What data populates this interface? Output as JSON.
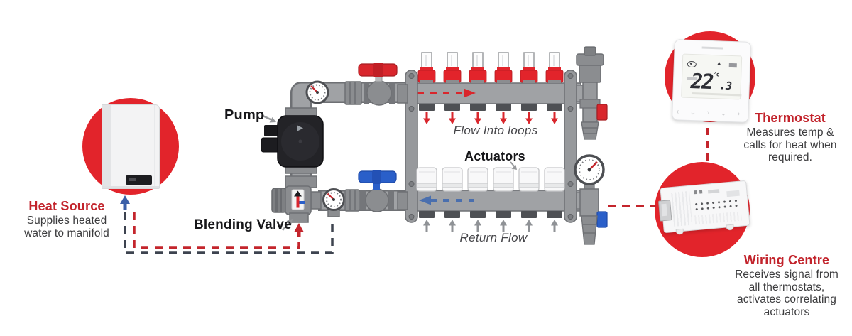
{
  "diagram": {
    "heat_source": {
      "title": "Heat Source",
      "description": "Supplies heated water to manifold"
    },
    "pump_label": "Pump",
    "blending_valve_label": "Blending Valve",
    "supply_flow_label": "Flow Into loops",
    "actuators_label": "Actuators",
    "return_flow_label": "Return Flow",
    "thermostat": {
      "title": "Thermostat",
      "description": "Measures temp & calls for heat when required.",
      "display_temp": "22",
      "display_decimal": ".3",
      "display_unit": "°c",
      "buttons": "‹ ⌄ › ⌄ ›"
    },
    "wiring_centre": {
      "title": "Wiring Centre",
      "description": "Receives signal from all thermostats, activates correlating actuators"
    }
  },
  "colors": {
    "accent_red": "#e2242b",
    "label_red": "#c2232b",
    "pipe_gray": "#a0a2a5",
    "valve_blue": "#2a5fc9",
    "dash_navy": "#3d434f",
    "dash_red": "#c4252c"
  }
}
